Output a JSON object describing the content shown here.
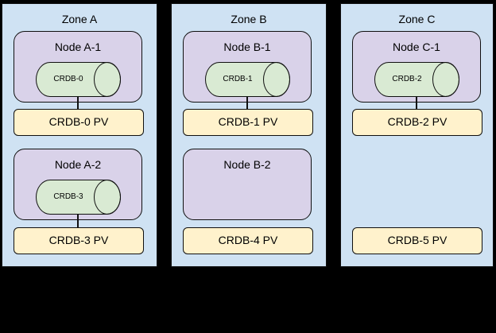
{
  "diagram": {
    "description": "Three-zone CockroachDB cluster layout with nodes, CRDB pods and persistent volumes",
    "background": "#000000",
    "colors": {
      "zone_fill": "#cfe2f3",
      "node_fill": "#d9d2e9",
      "pod_fill": "#d9ead3",
      "pv_fill": "#fff2cc",
      "border": "#101010"
    }
  },
  "zones": [
    {
      "title": "Zone A",
      "nodes": [
        {
          "title": "Node A-1",
          "pod": "CRDB-0",
          "pv": "CRDB-0 PV"
        },
        {
          "title": "Node A-2",
          "pod": "CRDB-3",
          "pv": "CRDB-3 PV"
        }
      ]
    },
    {
      "title": "Zone B",
      "nodes": [
        {
          "title": "Node B-1",
          "pod": "CRDB-1",
          "pv": "CRDB-1 PV"
        },
        {
          "title": "Node B-2",
          "pod": null,
          "pv": "CRDB-4 PV"
        }
      ]
    },
    {
      "title": "Zone C",
      "nodes": [
        {
          "title": "Node C-1",
          "pod": "CRDB-2",
          "pv": "CRDB-2 PV"
        },
        {
          "title": null,
          "pod": null,
          "pv": "CRDB-5 PV"
        }
      ]
    }
  ]
}
